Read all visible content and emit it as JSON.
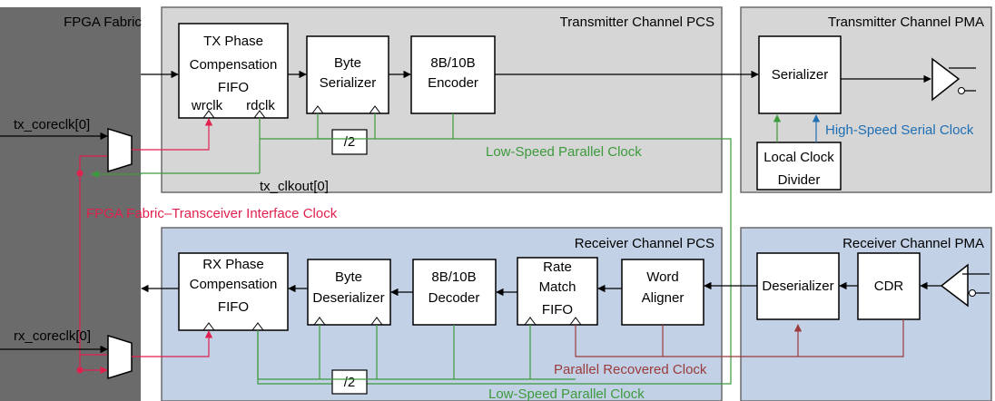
{
  "colors": {
    "fabric": "#6b6b6b",
    "tx_region": "#d6d6d6",
    "rx_region": "#c2d1e6",
    "green": "#3d9a3d",
    "red": "#e0214f",
    "blue": "#1f6fb5",
    "brown": "#9b3b3b"
  },
  "regions": {
    "fabric": "FPGA Fabric",
    "tx_pcs": "Transmitter Channel PCS",
    "tx_pma": "Transmitter Channel PMA",
    "rx_pcs": "Receiver Channel PCS",
    "rx_pma": "Receiver Channel PMA"
  },
  "tx_blocks": {
    "phase_fifo": [
      "TX Phase",
      "Compensation",
      "FIFO"
    ],
    "wrclk": "wrclk",
    "rdclk": "rdclk",
    "byte_serializer": [
      "Byte",
      "Serializer"
    ],
    "encoder": [
      "8B/10B",
      "Encoder"
    ],
    "serializer": "Serializer",
    "local_clock_divider": [
      "Local Clock",
      "Divider"
    ],
    "div2": "/2"
  },
  "rx_blocks": {
    "phase_fifo": [
      "RX Phase",
      "Compensation",
      "FIFO"
    ],
    "byte_deserializer": [
      "Byte",
      "Deserializer"
    ],
    "decoder": [
      "8B/10B",
      "Decoder"
    ],
    "rate_match": [
      "Rate",
      "Match",
      "FIFO"
    ],
    "word_aligner": [
      "Word",
      "Aligner"
    ],
    "deserializer": "Deserializer",
    "cdr": "CDR",
    "div2": "/2"
  },
  "signals": {
    "tx_coreclk": "tx_coreclk[0]",
    "rx_coreclk": "rx_coreclk[0]",
    "tx_clkout": "tx_clkout[0]",
    "interface_clock": "FPGA Fabric–Transceiver Interface Clock",
    "tx_low_speed_clock": "Low-Speed Parallel Clock",
    "rx_low_speed_clock": "Low-Speed Parallel Clock",
    "high_speed_clock": "High-Speed Serial Clock",
    "recovered_clock": "Parallel Recovered Clock"
  }
}
